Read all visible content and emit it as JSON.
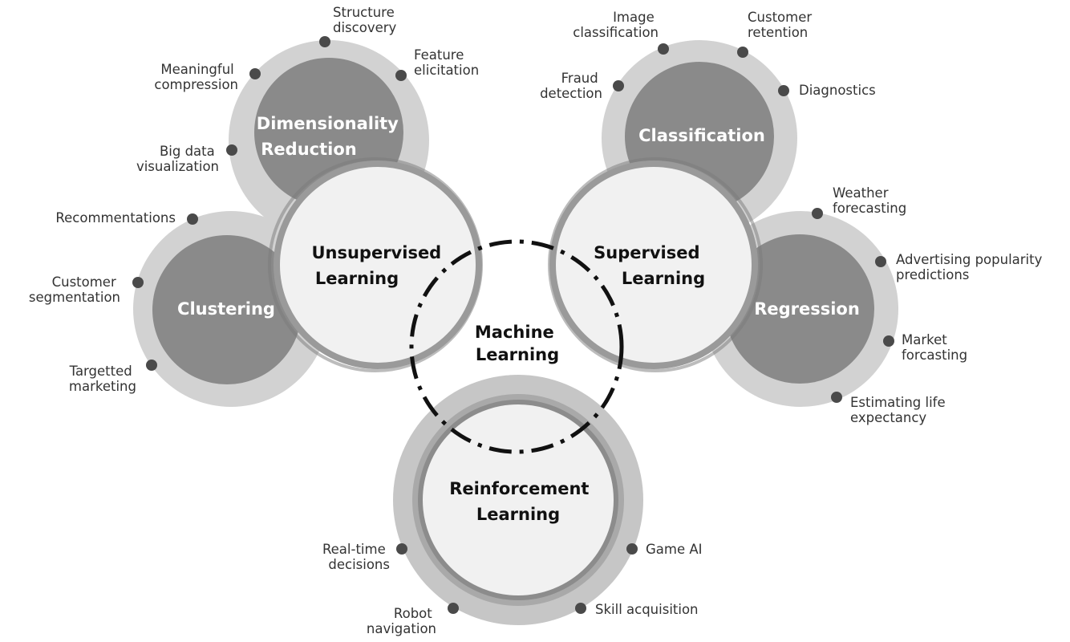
{
  "center": {
    "line1": "Machine",
    "line2": "Learning"
  },
  "hubs": {
    "unsupervised": {
      "line1": "Unsupervised",
      "line2": "Learning"
    },
    "supervised": {
      "line1": "Supervised",
      "line2": "Learning"
    },
    "reinforcement": {
      "line1": "Reinforcement",
      "line2": "Learning"
    }
  },
  "subcategories": {
    "dimensionality": {
      "line1": "Dimensionality",
      "line2": "Reduction"
    },
    "clustering": {
      "line1": "Clustering"
    },
    "classification": {
      "line1": "Classification"
    },
    "regression": {
      "line1": "Regression"
    }
  },
  "applications": {
    "dimensionality": [
      {
        "line1": "Structure",
        "line2": "discovery"
      },
      {
        "line1": "Feature",
        "line2": "elicitation"
      },
      {
        "line1": "Meaningful",
        "line2": "compression"
      },
      {
        "line1": "Big data",
        "line2": "visualization"
      }
    ],
    "clustering": [
      {
        "line1": "Recommentations"
      },
      {
        "line1": "Customer",
        "line2": "segmentation"
      },
      {
        "line1": "Targetted",
        "line2": "marketing"
      }
    ],
    "classification": [
      {
        "line1": "Image",
        "line2": "classification"
      },
      {
        "line1": "Customer",
        "line2": "retention"
      },
      {
        "line1": "Fraud",
        "line2": "detection"
      },
      {
        "line1": "Diagnostics"
      }
    ],
    "regression": [
      {
        "line1": "Weather",
        "line2": "forecasting"
      },
      {
        "line1": "Advertising popularity",
        "line2": "predictions"
      },
      {
        "line1": "Market",
        "line2": "forcasting"
      },
      {
        "line1": "Estimating life",
        "line2": "expectancy"
      }
    ],
    "reinforcement": [
      {
        "line1": "Real-time",
        "line2": "decisions"
      },
      {
        "line1": "Game AI"
      },
      {
        "line1": "Robot",
        "line2": "navigation"
      },
      {
        "line1": "Skill acquisition"
      }
    ]
  }
}
